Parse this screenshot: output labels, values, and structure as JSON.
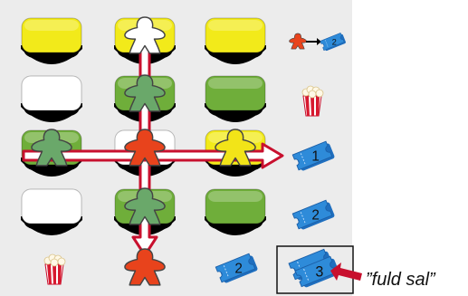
{
  "colors": {
    "board_bg": "#ececec",
    "yellow": "#f2ea1a",
    "white": "#ffffff",
    "green": "#6fae3a",
    "arrow_fill": "#ffffff",
    "arrow_outline": "#c8102e",
    "meeple_white": "#ffffff",
    "meeple_green": "#6aa86a",
    "meeple_orange": "#e8431c",
    "meeple_yellow": "#f2e418",
    "ticket": "#2e8bd9"
  },
  "grid": {
    "rows": [
      [
        "yellow",
        "yellow",
        "yellow"
      ],
      [
        "white",
        "green",
        "green"
      ],
      [
        "green",
        "white",
        "yellow"
      ],
      [
        "white",
        "green",
        "green"
      ]
    ]
  },
  "meeples": [
    {
      "name": "white-meeple",
      "color": "white",
      "row": 0,
      "col": 1
    },
    {
      "name": "green-meeple",
      "color": "green",
      "row": 1,
      "col": 1
    },
    {
      "name": "green-meeple",
      "color": "green",
      "row": 2,
      "col": 0
    },
    {
      "name": "orange-meeple",
      "color": "orange",
      "row": 2,
      "col": 1
    },
    {
      "name": "yellow-meeple",
      "color": "yellow",
      "row": 2,
      "col": 2
    },
    {
      "name": "green-meeple",
      "color": "green",
      "row": 3,
      "col": 1
    },
    {
      "name": "orange-meeple",
      "color": "orange",
      "row": 4,
      "col": 1
    }
  ],
  "right_column": [
    {
      "type": "meeple-to-ticket",
      "value": "2"
    },
    {
      "type": "popcorn",
      "value": ""
    },
    {
      "type": "ticket",
      "value": "1"
    },
    {
      "type": "ticket",
      "value": "2"
    },
    {
      "type": "ticket",
      "value": "3",
      "highlight": true
    }
  ],
  "bottom_row": [
    {
      "type": "popcorn",
      "value": ""
    },
    {
      "type": "orange-meeple",
      "value": ""
    },
    {
      "type": "ticket",
      "value": "2"
    }
  ],
  "caption": "”fuld sal”"
}
